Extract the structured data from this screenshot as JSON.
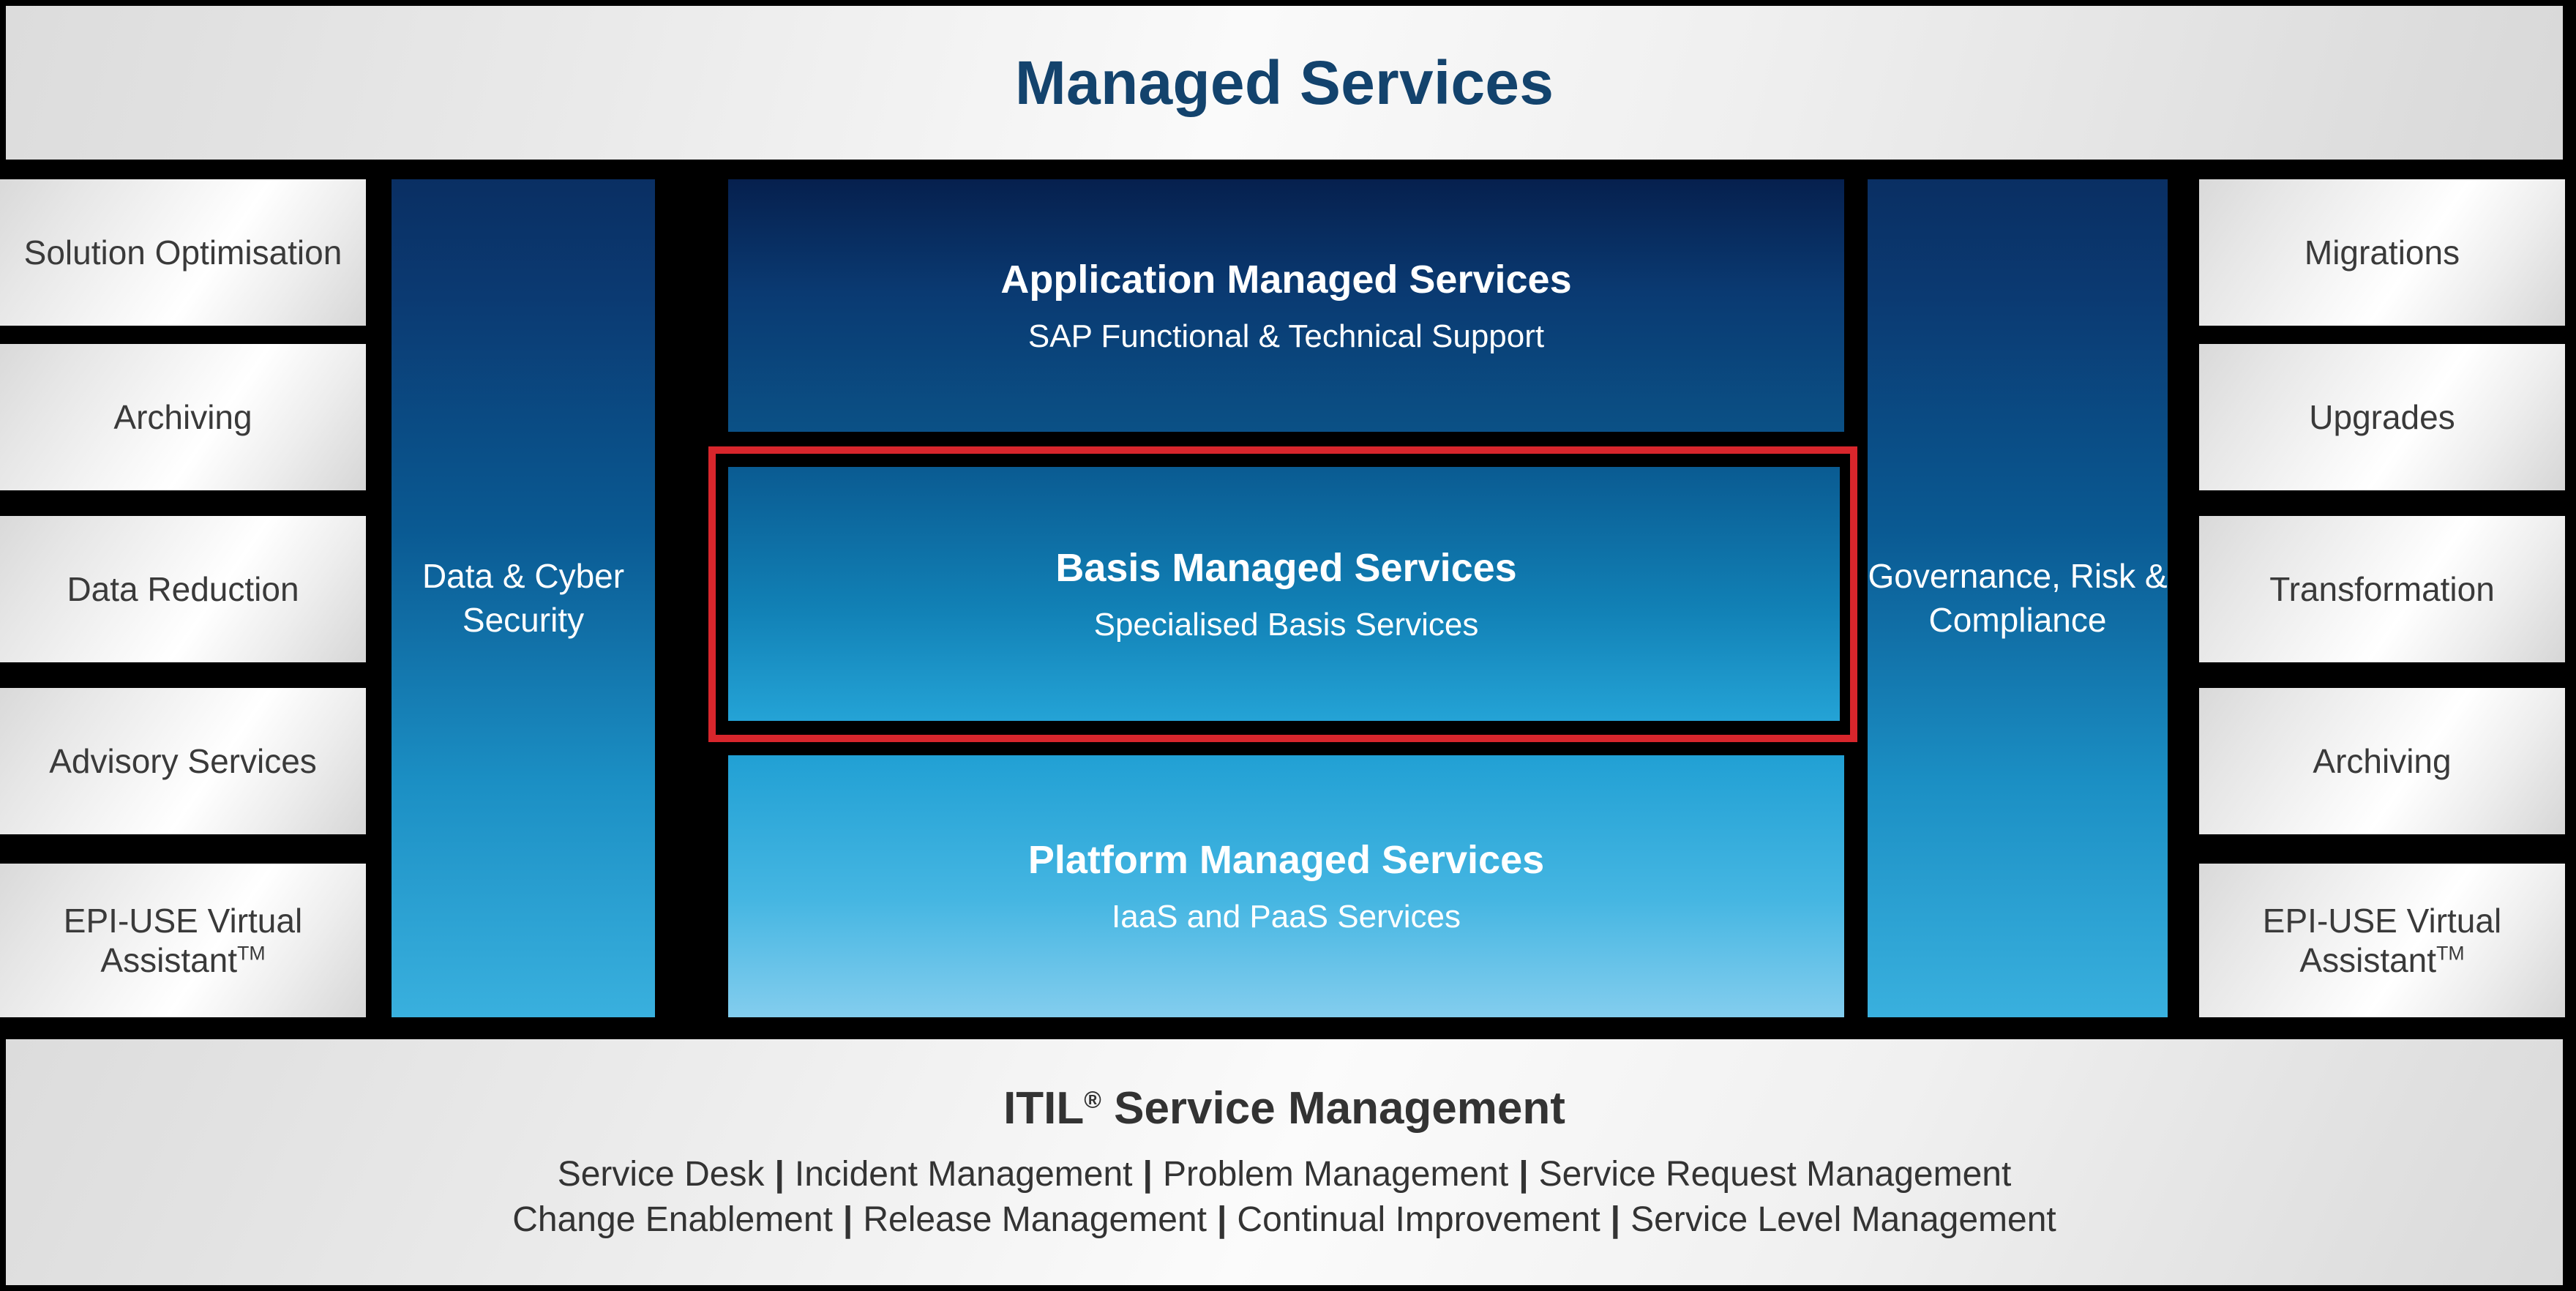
{
  "header": {
    "title": "Managed Services"
  },
  "colors": {
    "title_navy": "#13436d",
    "highlight_red": "#d8262c",
    "pillar_dark": "#0a2f63",
    "pillar_light": "#39b0de",
    "card_text": "#3a3a3a"
  },
  "left_column": {
    "items": [
      {
        "label": "Solution Optimisation"
      },
      {
        "label": "Archiving"
      },
      {
        "label": "Data Reduction"
      },
      {
        "label": "Advisory Services"
      },
      {
        "label": "EPI-USE Virtual Assistant",
        "trademark": "TM"
      }
    ]
  },
  "right_column": {
    "items": [
      {
        "label": "Migrations"
      },
      {
        "label": "Upgrades"
      },
      {
        "label": "Transformation"
      },
      {
        "label": "Archiving"
      },
      {
        "label": "EPI-USE Virtual Assistant",
        "trademark": "TM"
      }
    ]
  },
  "left_pillar": {
    "label": "Data & Cyber Security"
  },
  "right_pillar": {
    "label": "Governance, Risk & Compliance"
  },
  "center_stack": {
    "items": [
      {
        "title": "Application Managed Services",
        "subtitle": "SAP Functional & Technical Support",
        "highlighted": false
      },
      {
        "title": "Basis Managed Services",
        "subtitle": "Specialised Basis Services",
        "highlighted": true
      },
      {
        "title": "Platform Managed Services",
        "subtitle": "IaaS and PaaS Services",
        "highlighted": false
      }
    ]
  },
  "footer": {
    "title": "ITIL",
    "title_sup": "®",
    "title_rest": " Service Management",
    "row1": [
      "Service Desk",
      "Incident Management",
      "Problem Management",
      "Service Request Management"
    ],
    "row2": [
      "Change Enablement",
      "Release Management",
      "Continual Improvement",
      "Service Level Management"
    ],
    "separator": "|"
  }
}
